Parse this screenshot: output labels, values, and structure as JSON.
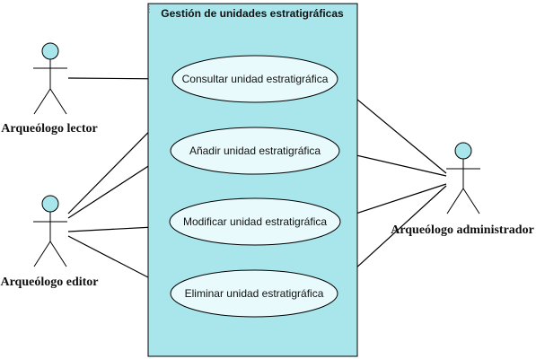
{
  "colors": {
    "boundary_fill": "#a9e6ec",
    "usecase_fill": "#e8fafc",
    "actor_head_fill": "#a9e6ec",
    "stroke": "#000000"
  },
  "system": {
    "title": "Gestión de unidades estratigráficas"
  },
  "use_cases": [
    {
      "id": "uc1",
      "label": "Consultar unidad estratigráfica"
    },
    {
      "id": "uc2",
      "label": "Añadir unidad estratigráfica"
    },
    {
      "id": "uc3",
      "label": "Modificar unidad estratigráfica"
    },
    {
      "id": "uc4",
      "label": "Eliminar unidad estratigráfica"
    }
  ],
  "actors": [
    {
      "id": "lector",
      "label": "Arqueólogo lector"
    },
    {
      "id": "editor",
      "label": "Arqueólogo editor"
    },
    {
      "id": "admin",
      "label": "Arqueólogo administrador"
    }
  ],
  "associations": [
    {
      "from": "lector",
      "to": "uc1"
    },
    {
      "from": "editor",
      "to": "uc1"
    },
    {
      "from": "editor",
      "to": "uc2"
    },
    {
      "from": "editor",
      "to": "uc3"
    },
    {
      "from": "editor",
      "to": "uc4"
    },
    {
      "from": "admin",
      "to": "uc1"
    },
    {
      "from": "admin",
      "to": "uc2"
    },
    {
      "from": "admin",
      "to": "uc3"
    },
    {
      "from": "admin",
      "to": "uc4"
    }
  ]
}
